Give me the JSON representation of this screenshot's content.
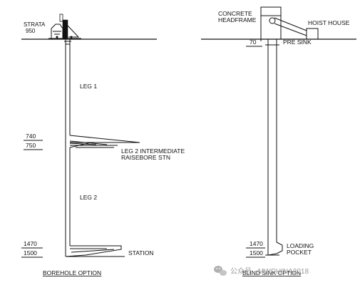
{
  "borehole": {
    "strata_label": "STRATA",
    "strata_value": "950",
    "leg1": "LEG 1",
    "depth_740": "740",
    "depth_750": "750",
    "leg2_line1": "LEG 2 INTERMEDIATE",
    "leg2_line2": "RAISEBORE STN",
    "leg2": "LEG 2",
    "depth_1470": "1470",
    "depth_1500": "1500",
    "station": "STATION",
    "title": "BOREHOLE OPTION"
  },
  "blind_sink": {
    "headframe_line1": "CONCRETE",
    "headframe_line2": "HEADFRAME",
    "hoist_house": "HOIST HOUSE",
    "depth_70": "70",
    "pre_sink": "PRE SINK",
    "depth_1470": "1470",
    "depth_1500": "1500",
    "loading_line1": "LOADING",
    "loading_line2": "POCKET",
    "title": "BLIND SINK OPTION"
  },
  "watermark": {
    "icon": "wechat-icon",
    "text": "公众号 · MWCHINA2018"
  },
  "colors": {
    "line": "#111111",
    "watermark": "#9a9a9a"
  }
}
